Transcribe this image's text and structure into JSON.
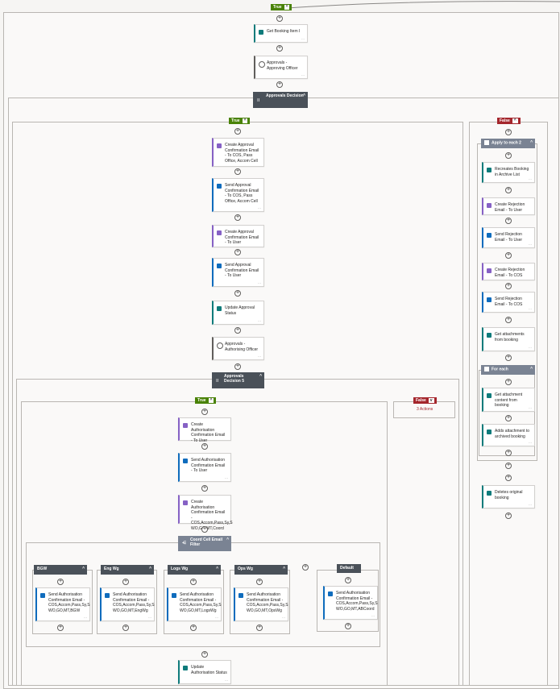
{
  "branches": {
    "true": "True",
    "false": "False"
  },
  "actions_count": "3 Actions",
  "top": {
    "n1": "Get Booking Item I",
    "n2": "Approvals - Approving Officer"
  },
  "approval_decision": "Approvals Decision",
  "true_col": {
    "n1": "Create Approval Confirmation Email - To COS, Pass Office, Accom Cell",
    "n2": "Send Approval Confirmation Email - To COS, Pass Office, Accom Cell",
    "n3": "Create Approval Confirmation Email - To User",
    "n4": "Send Approval Confirmation Email - To User",
    "n5": "Update Approval Status",
    "n6": "Approvals - Authorising Officer"
  },
  "approval_decision_5": "Approvals Decision 5",
  "inner_true": {
    "n1": "Create Authorisation Confirmation Email - To User",
    "n2": "Send Authorisation Confirmation Email - To User",
    "n3": "Create Authorisation Confirmation Email - COS,Accom,Pass,Sy,S WO,GO,MT,Coord"
  },
  "switch": "Coord Cell Email Filter",
  "cases": [
    {
      "title": "BGW",
      "action": "Send Authorisation Confirmation Email - COS,Accom,Pass,Sy,S WO,GO,MT,BGW"
    },
    {
      "title": "Eng Wg",
      "action": "Send Authorisation Confirmation Email - COS,Accom,Pass,Sy,S WO,GO,MT,EngWg"
    },
    {
      "title": "Logs Wg",
      "action": "Send Authorisation Confirmation Email - COS,Accom,Pass,Sy,S WO,GO,MT,LogsWg"
    },
    {
      "title": "Ops Wg",
      "action": "Send Authorisation Confirmation Email - COS,Accom,Pass,Sy,S WO,GO,MT,OpsWg"
    },
    {
      "title": "Default",
      "action": "Send Authorisation Confirmation Email - COS,Accom,Pass,Sy,S WO,GO,MT,ABCoord"
    }
  ],
  "update_auth": "Update Authorisation Status",
  "false_col": {
    "loop": "Apply to each 2",
    "n1": "Recreates Booking in Archive List",
    "n2": "Create Rejection Email - To User",
    "n3": "Send Rejection Email - To User",
    "n4": "Create Rejection Email - To COS",
    "n5": "Send Rejection Email - To COS",
    "n6": "Get attachments from booking",
    "foreach": "For each",
    "n7": "Get attachment content from booking",
    "n8": "Adds attachment to archived booking",
    "n9": "Deletes original booking"
  }
}
